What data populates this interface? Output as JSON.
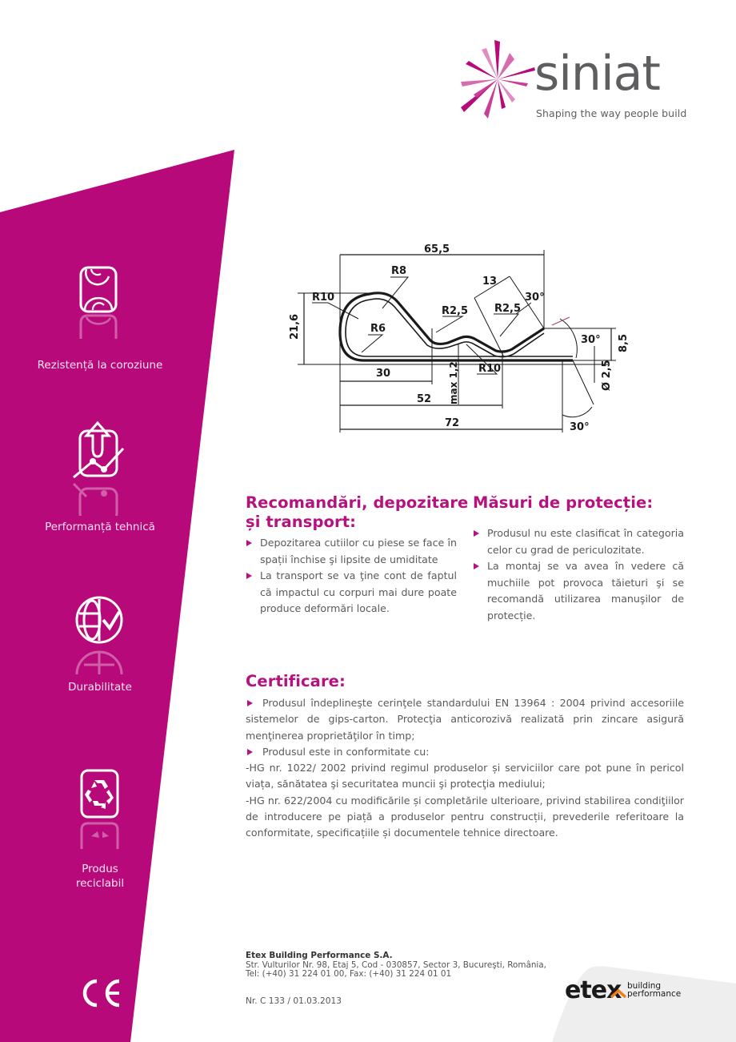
{
  "brand": {
    "name": "siniat",
    "tagline": "Shaping the way people build",
    "accent_color": "#b8097a",
    "logo_text_color": "#5e5e60"
  },
  "sidebar": {
    "features": [
      {
        "icon": "corrosion-resistance-icon",
        "label": "Rezistență la coroziune"
      },
      {
        "icon": "technical-performance-icon",
        "label": "Performanță tehnică"
      },
      {
        "icon": "durability-globe-check-icon",
        "label": "Durabilitate"
      },
      {
        "icon": "recycle-icon",
        "label_line1": "Produs",
        "label_line2": "reciclabil"
      }
    ],
    "ce_mark": "CE"
  },
  "drawing": {
    "dimensions": {
      "overall_top": "65,5",
      "r8": "R8",
      "r10_left": "R10",
      "r6": "R6",
      "height": "21,6",
      "r2_5_left": "R2,5",
      "r2_5_right": "R2,5",
      "dim_13": "13",
      "angle_top": "30°",
      "angle_mid": "30°",
      "angle_bottom": "30°",
      "right_height": "8,5",
      "diameter": "Ø 2,5",
      "r10_bottom": "R10",
      "max": "max 1,2",
      "len_30": "30",
      "len_52": "52",
      "len_72": "72"
    }
  },
  "sections": {
    "recommendations": {
      "title_line1": "Recomandări, depozitare",
      "title_line2": "și transport:",
      "items": [
        "Depozitarea cutiilor cu piese se face în spații închise şi lipsite de umiditate",
        "La transport se va ţine cont de faptul că impactul cu corpuri mai dure poate produce deformări locale."
      ]
    },
    "protection": {
      "title": "Măsuri de protecție:",
      "items": [
        "Produsul nu este clasificat în categoria celor cu grad de periculozitate.",
        "La montaj se va avea în vedere că muchiile pot provoca tăieturi şi se recomandă utilizarea manuşilor de protecție."
      ]
    },
    "certification": {
      "title": "Certificare:",
      "p1": "Produsul îndeplineşte cerinţele standardului EN 13964 : 2004 privind accesoriile sistemelor de gips-carton. Protecţia anticorozivă realizată prin zincare asigură menţinerea proprietăţilor în timp;",
      "p2": "Produsul este in conformitate cu:",
      "p3": " -HG nr. 1022/ 2002 privind regimul produselor și serviciilor care pot pune în pericol viața, sănătatea şi securitatea muncii şi protecţia mediului;",
      "p4": "-HG nr. 622/2004 cu modificările și completările ulterioare, privind stabilirea condiţiilor de introducere pe piață a produselor pentru construcții, prevederile referitoare la conformitate, specificațiile și documentele tehnice directoare."
    }
  },
  "footer": {
    "company": "Etex Building Performance S.A.",
    "address": "Str. Vulturilor Nr. 98, Etaj 5, Cod - 030857, Sector 3, Bucureşti, România,",
    "contact": "Tel:  (+40) 31 224 01 00, Fax:   (+40) 31 224 01 01",
    "doc_number": "Nr. C 133 / 01.03.2013",
    "etex_logo_word": "etex",
    "etex_logo_sub1": "building",
    "etex_logo_sub2": "performance",
    "etex_accent": "#f07d1a"
  }
}
